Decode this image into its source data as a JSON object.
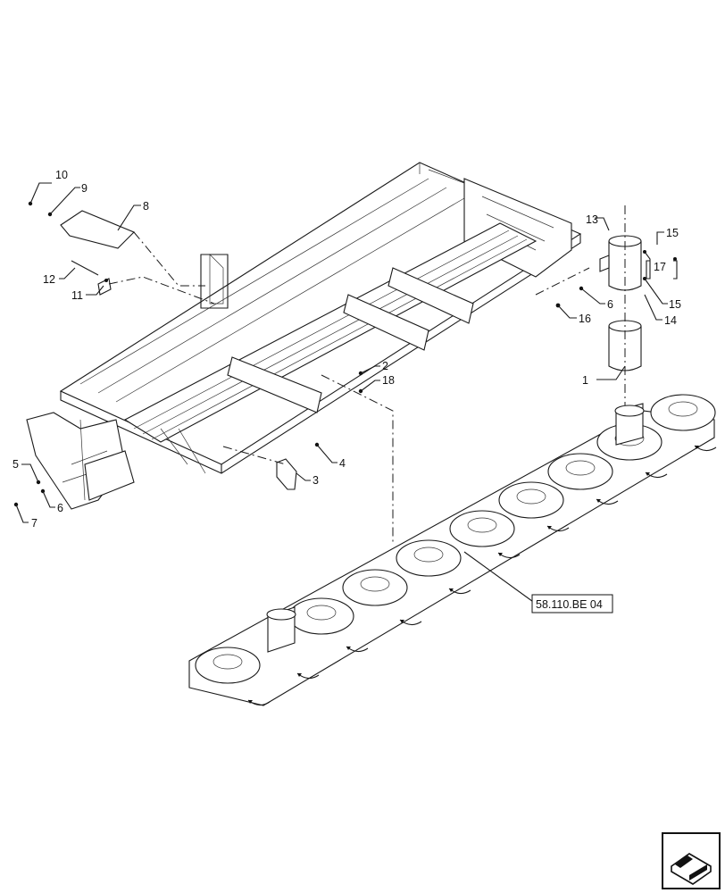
{
  "diagram": {
    "callouts": [
      "10",
      "9",
      "8",
      "12",
      "11",
      "13",
      "15",
      "17",
      "15",
      "14",
      "6",
      "16",
      "1",
      "2",
      "18",
      "5",
      "6",
      "7",
      "4",
      "3"
    ],
    "reference_label": "58.110.BE 04"
  },
  "icons": {
    "nav": "next-page-arrow-icon"
  }
}
